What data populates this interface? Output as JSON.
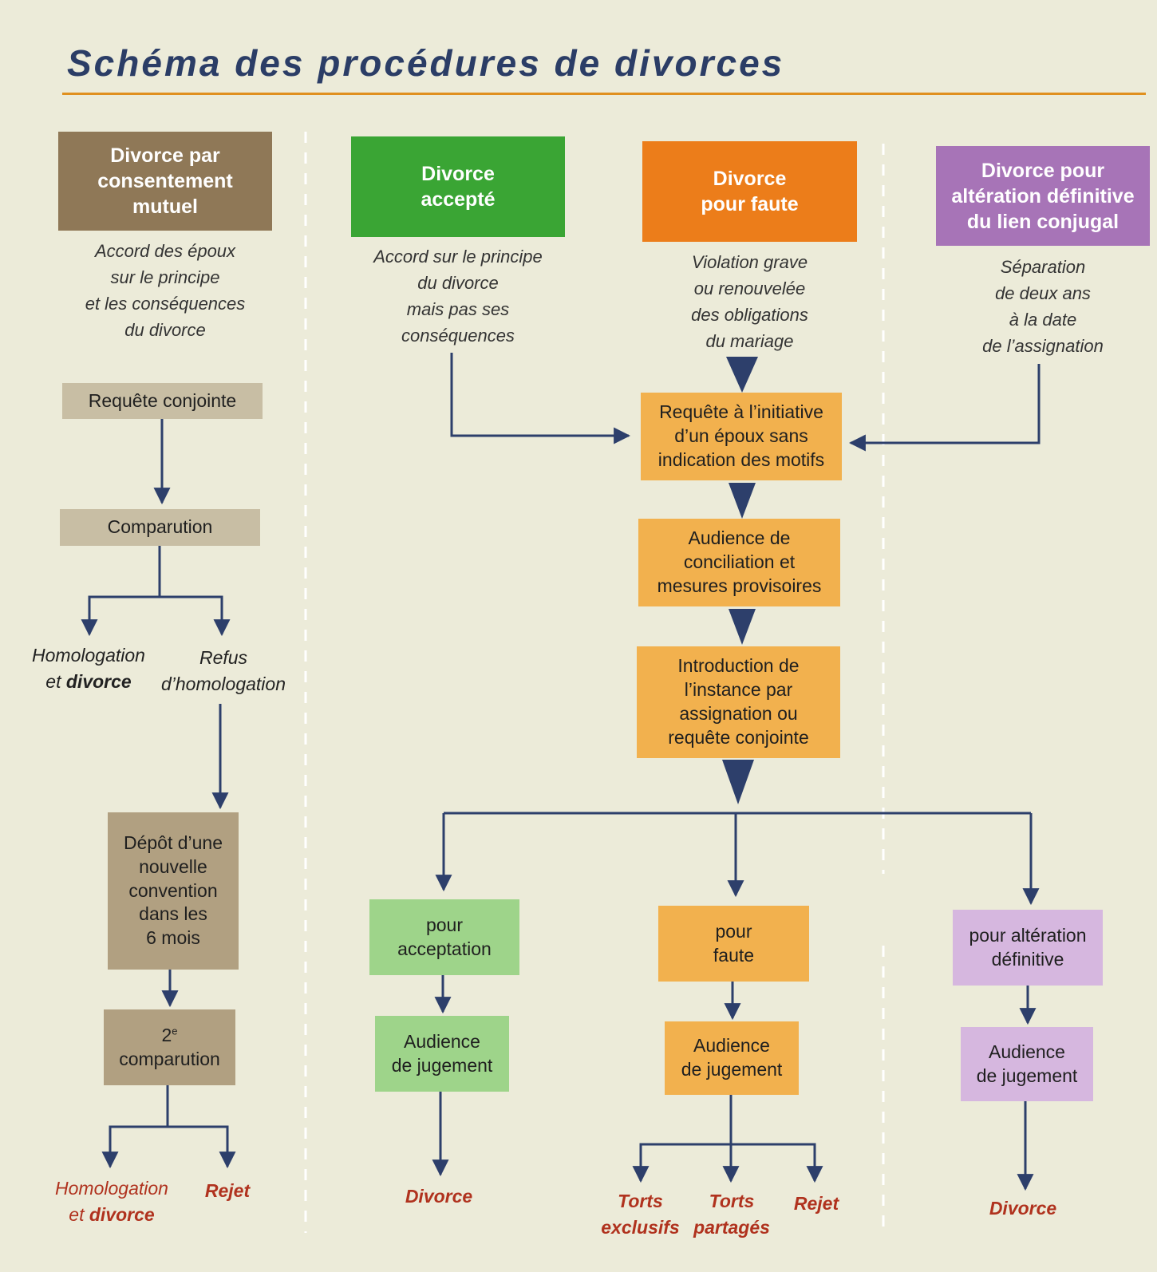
{
  "title": "Schéma des procédures de divorces",
  "colors": {
    "title": "#2b3d66",
    "title_rule": "#e0901f",
    "arrow": "#2d3f6b",
    "mutuel_header": "#8f7857",
    "accepte_header": "#3aa534",
    "faute_header": "#ec7d1a",
    "alteration_header": "#a774b7",
    "outcome_red": "#b0321e"
  },
  "headers": {
    "mutuel": "Divorce par\nconsentement\nmutuel",
    "accepte": "Divorce\naccepté",
    "faute": "Divorce\npour faute",
    "alteration": "Divorce pour\naltération définitive\ndu lien conjugal"
  },
  "descriptions": {
    "mutuel": "Accord des époux\nsur le principe\net les conséquences\ndu divorce",
    "accepte": "Accord sur le principe\ndu divorce\nmais pas ses\nconséquences",
    "faute": "Violation grave\nou renouvelée\ndes obligations\ndu mariage",
    "alteration": "Séparation\nde deux ans\nà la date\nde l’assignation"
  },
  "mutuel_steps": {
    "requete": "Requête conjointe",
    "comparution": "Comparution",
    "homologation_1": "Homologation",
    "homologation_1_prefix": "et ",
    "homologation_1_bold": "divorce",
    "refus": "Refus\nd’homologation",
    "depot": "Dépôt d’une\nnouvelle\nconvention\ndans les\n6 mois",
    "second_num": "2",
    "second_sup": "e",
    "second_word": "comparution",
    "homologation_2": "Homologation",
    "homologation_2_prefix": "et ",
    "homologation_2_bold": "divorce",
    "rejet": "Rejet"
  },
  "common_steps": {
    "requete": "Requête à l’initiative\nd’un époux sans\nindication des motifs",
    "audience": "Audience de\nconciliation et\nmesures provisoires",
    "introduction": "Introduction de\nl’instance par\nassignation ou\nrequête conjointe"
  },
  "branches": {
    "acceptation": "pour\nacceptation",
    "faute": "pour\nfaute",
    "alteration": "pour altération\ndéfinitive",
    "audience_jugement": "Audience\nde jugement"
  },
  "outcomes": {
    "divorce": "Divorce",
    "torts_exclusifs": "Torts\nexclusifs",
    "torts_partages": "Torts\npartagés",
    "rejet": "Rejet"
  }
}
